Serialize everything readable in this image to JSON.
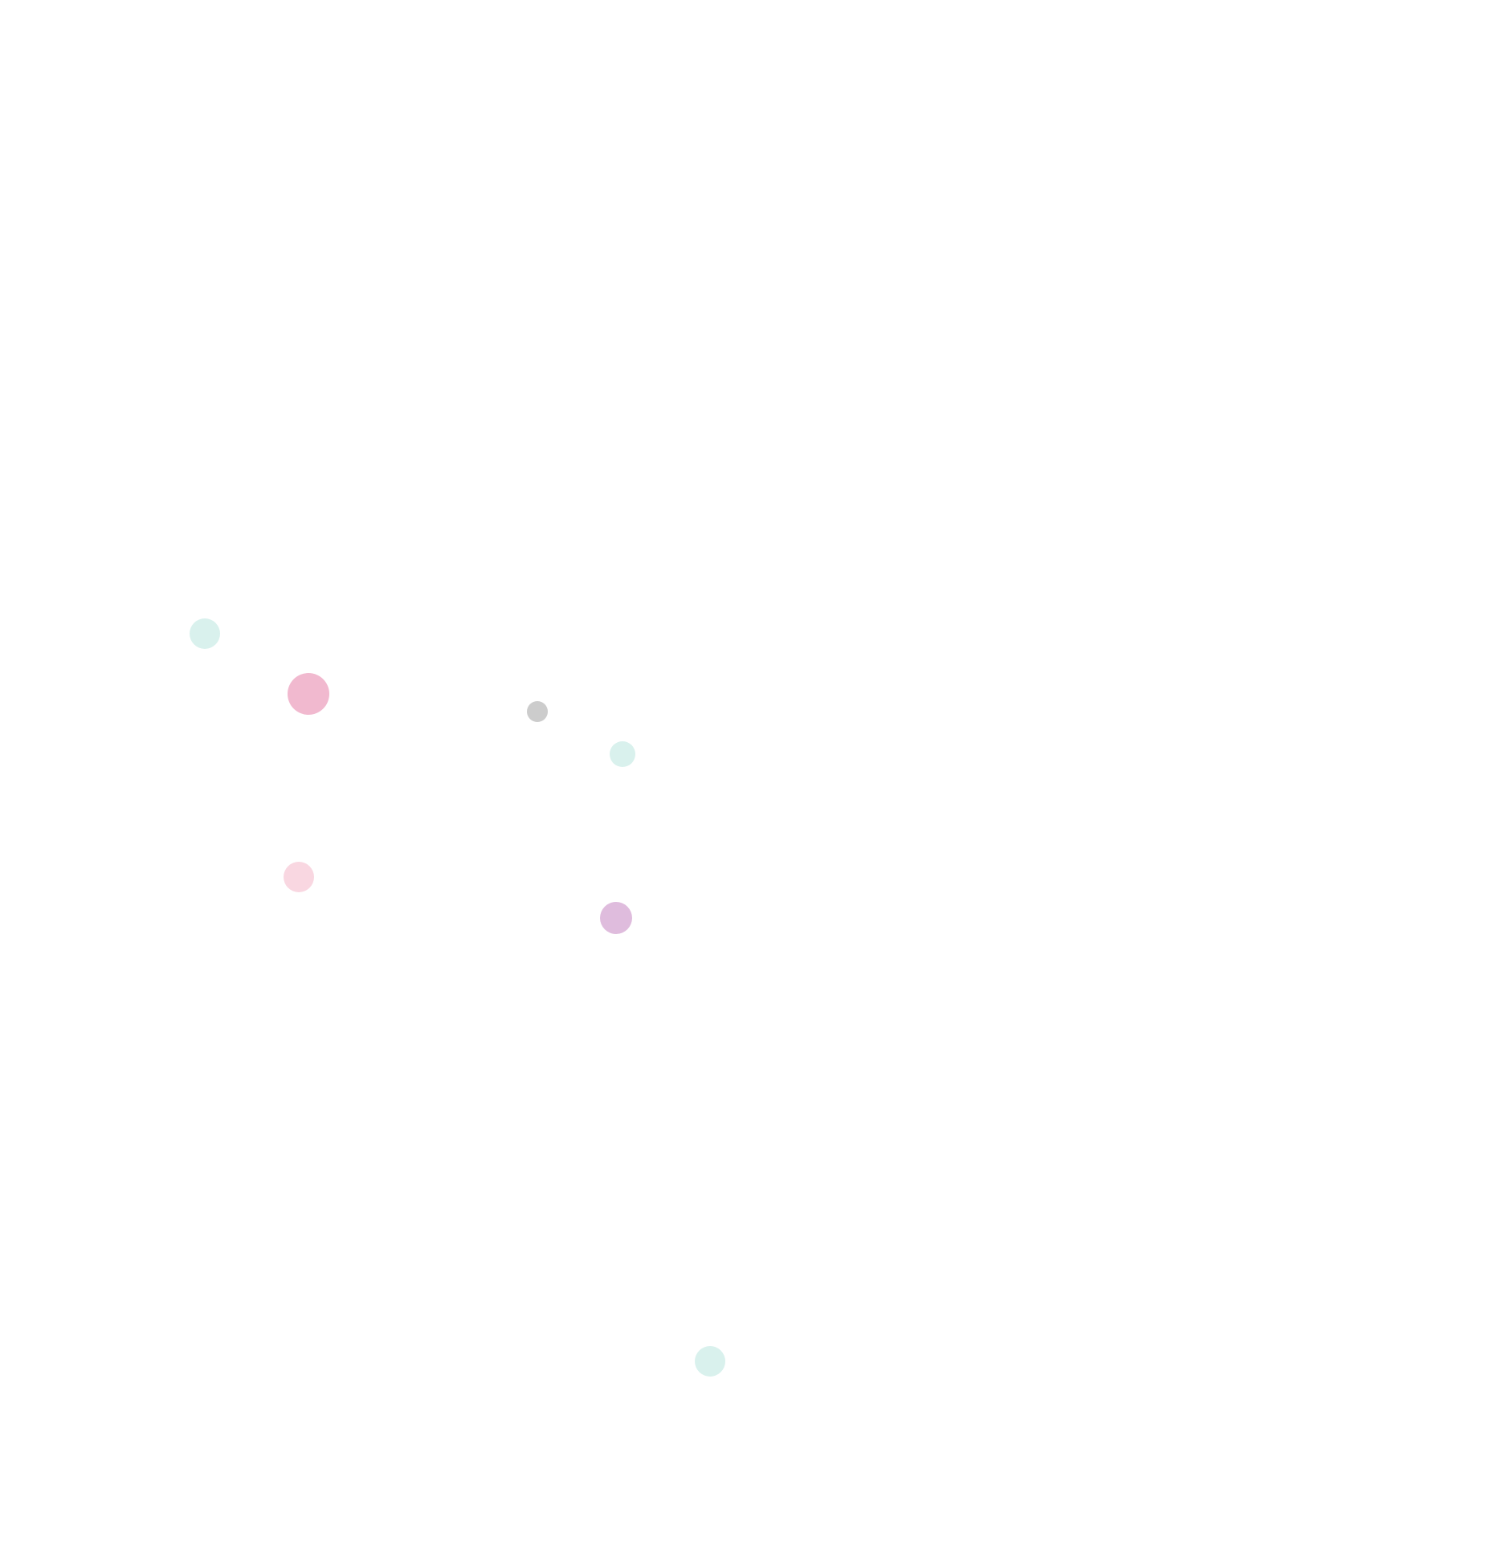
{
  "canvas": {
    "background": "#ffffff"
  },
  "dots": [
    {
      "id": "dot-1",
      "color": "#d9f1ed"
    },
    {
      "id": "dot-2",
      "color": "#f1b9cf"
    },
    {
      "id": "dot-3",
      "color": "#cccccc"
    },
    {
      "id": "dot-4",
      "color": "#d9f1ed"
    },
    {
      "id": "dot-5",
      "color": "#f9d7e1"
    },
    {
      "id": "dot-6",
      "color": "#dfbcdd"
    },
    {
      "id": "dot-7",
      "color": "#d9f1ed"
    }
  ]
}
